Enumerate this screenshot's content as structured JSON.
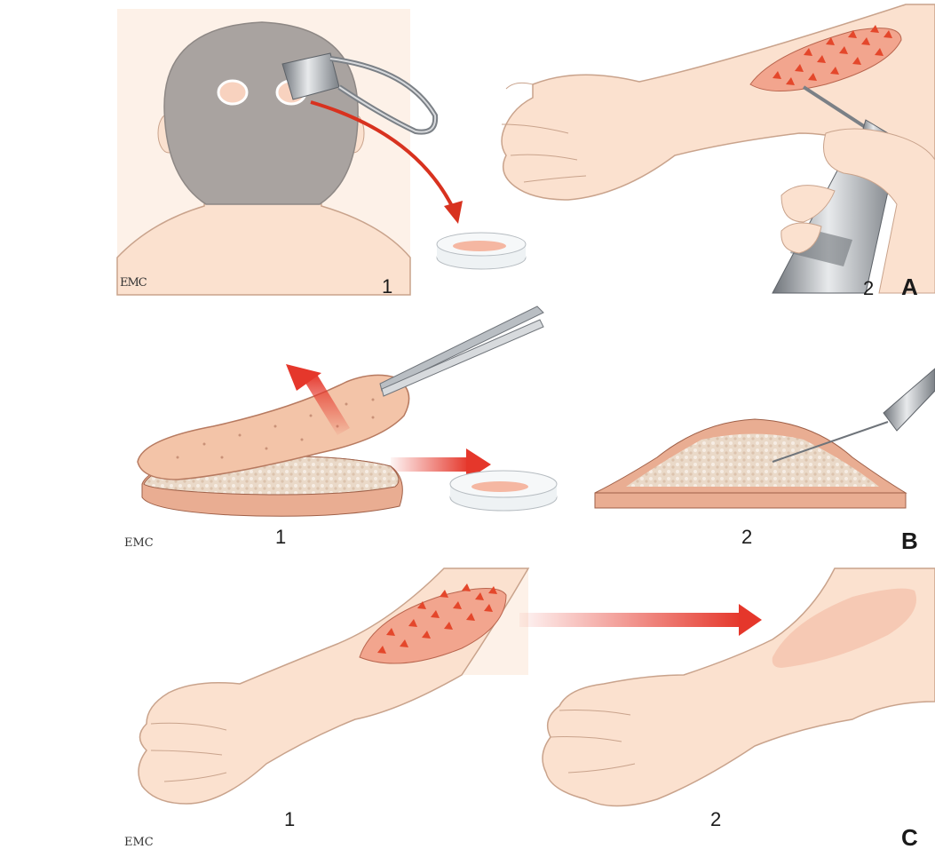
{
  "colors": {
    "skin": "#fbe1cf",
    "skin_stroke": "#c9a38c",
    "scalp": "#a9a3a0",
    "panel_bg": "#fdf1e8",
    "graft_red": "#e4472b",
    "graft_pink": "#f2a58e",
    "arrow_red": "#e5372b",
    "dermis": "#e9ad92",
    "epidermis": "#f3c4a8",
    "metal": "#9a9fa5",
    "healed_patch": "#f6c9b4"
  },
  "icons": [
    "scalp-biopsy-punch-icon",
    "petri-dish-icon",
    "spray-gun-icon",
    "forceps-icon",
    "needle-icon"
  ],
  "panels": {
    "a": {
      "label": "A",
      "step1": "1",
      "step2": "2",
      "logo": "EMC"
    },
    "b": {
      "label": "B",
      "step1": "1",
      "step2": "2",
      "logo": "EMC"
    },
    "c": {
      "label": "C",
      "step1": "1",
      "step2": "2",
      "logo": "EMC"
    }
  }
}
